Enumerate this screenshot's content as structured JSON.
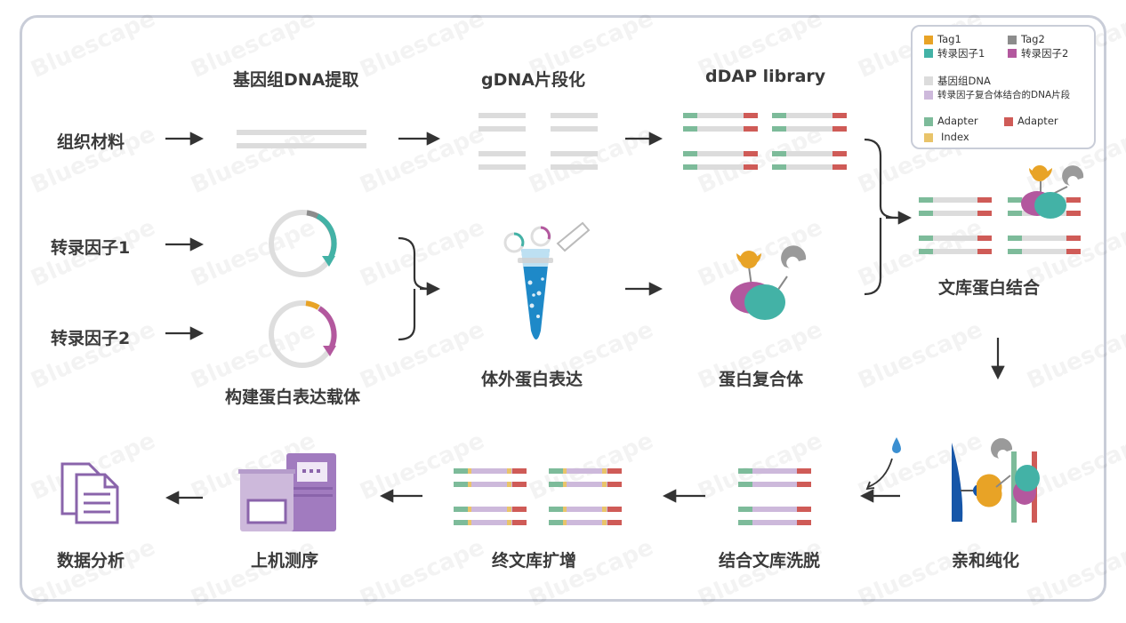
{
  "steps": {
    "tissue": "组织材料",
    "tf1": "转录因子1",
    "tf2": "转录因子2",
    "gdna_extract": "基因组DNA提取",
    "gdna_frag": "gDNA片段化",
    "ddap_library": "dDAP library",
    "vector": "构建蛋白表达载体",
    "ivt": "体外蛋白表达",
    "complex": "蛋白复合体",
    "binding": "文库蛋白结合",
    "affinity": "亲和纯化",
    "elution": "结合文库洗脱",
    "amplify": "终文库扩增",
    "sequencing": "上机测序",
    "analysis": "数据分析"
  },
  "legend": {
    "tag1": "Tag1",
    "tag2": "Tag2",
    "tf1": "转录因子1",
    "tf2": "转录因子2",
    "genomic": "基因组DNA",
    "bound_frag": "转录因子复合体结合的DNA片段",
    "adapter_left": "Adapter",
    "adapter_right": "Adapter",
    "index": "Index"
  },
  "watermark": "Bluescape",
  "colors": {
    "tag1": "#e8a326",
    "tag2": "#8c8c8c",
    "tf1": "#43b2a6",
    "tf2": "#b3589e",
    "genomic": "#dcdcdc",
    "bound": "#cdb9db",
    "adapter_green": "#7dbb9a",
    "adapter_red": "#cf5b57",
    "index": "#e9c46a"
  }
}
